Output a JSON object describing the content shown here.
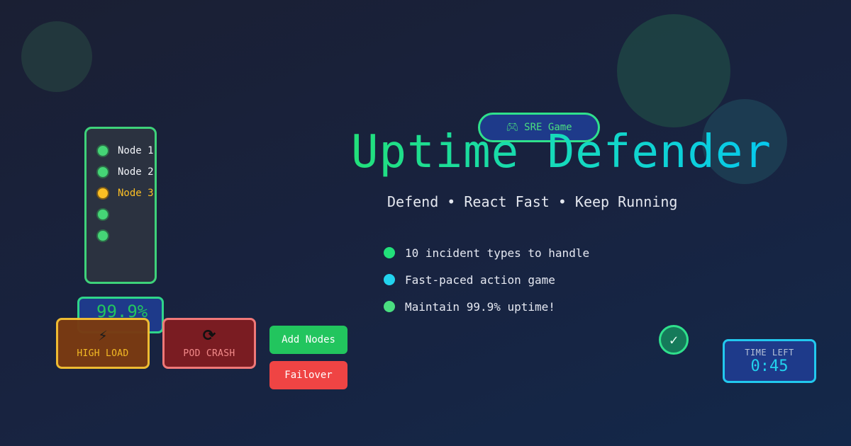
{
  "colors": {
    "accent_green": "#22c55e",
    "accent_cyan": "#22d3ee",
    "warning": "#fbbf24",
    "danger": "#ef4444",
    "panel_blue": "#1e3a8a"
  },
  "nodes": [
    {
      "label": "Node 1",
      "status": "ok"
    },
    {
      "label": "Node 2",
      "status": "ok"
    },
    {
      "label": "Node 3",
      "status": "warning"
    },
    {
      "label": "",
      "status": "ok"
    },
    {
      "label": "",
      "status": "ok"
    }
  ],
  "uptime": {
    "value": "99.9%"
  },
  "incidents": {
    "high_load": {
      "icon": "lightning-icon",
      "label": "HIGH LOAD"
    },
    "pod_crash": {
      "icon": "recycle-icon",
      "label": "POD CRASH"
    }
  },
  "actions": {
    "add_nodes": "Add Nodes",
    "failover": "Failover"
  },
  "badge": {
    "icon": "gamepad-icon",
    "text": "SRE Game"
  },
  "title": "Uptime Defender",
  "subtitle": "Defend • React Fast • Keep Running",
  "features": [
    {
      "text": "10 incident types to handle",
      "color": "#22e07a"
    },
    {
      "text": "Fast-paced action game",
      "color": "#22d3ee"
    },
    {
      "text": "Maintain 99.9% uptime!",
      "color": "#4ade80"
    }
  ],
  "status_check": {
    "icon": "checkmark-icon"
  },
  "timer": {
    "label": "TIME LEFT",
    "value": "0:45"
  }
}
